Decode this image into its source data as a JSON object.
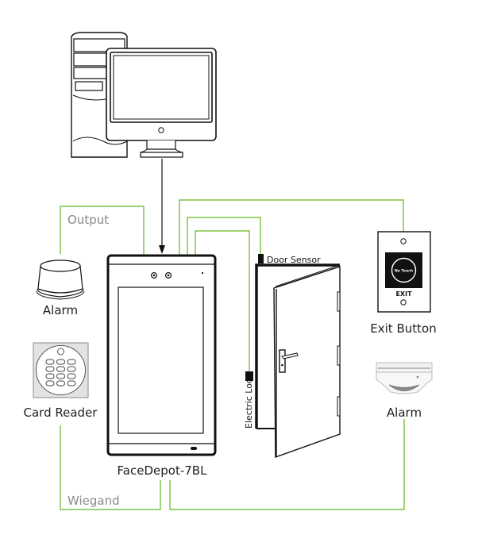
{
  "diagram": {
    "title": "FaceDepot-7BL wiring diagram",
    "wire_color": "#7dc242",
    "ink_color": "#111111",
    "label_grey": "#8a8a8a",
    "components": {
      "computer": {
        "label": ""
      },
      "device": {
        "label": "FaceDepot-7BL"
      },
      "alarm_left": {
        "label": "Alarm"
      },
      "card_reader": {
        "label": "Card Reader"
      },
      "door_sensor": {
        "label": "Door Sensor"
      },
      "electric_lock": {
        "label": "Electric Lock"
      },
      "exit_button": {
        "label": "Exit Button",
        "face_text": "No Touch",
        "plate_text": "EXIT"
      },
      "alarm_right": {
        "label": "Alarm"
      }
    },
    "connections": {
      "output": {
        "label": "Output"
      },
      "wiegand": {
        "label": "Wiegand"
      }
    }
  }
}
